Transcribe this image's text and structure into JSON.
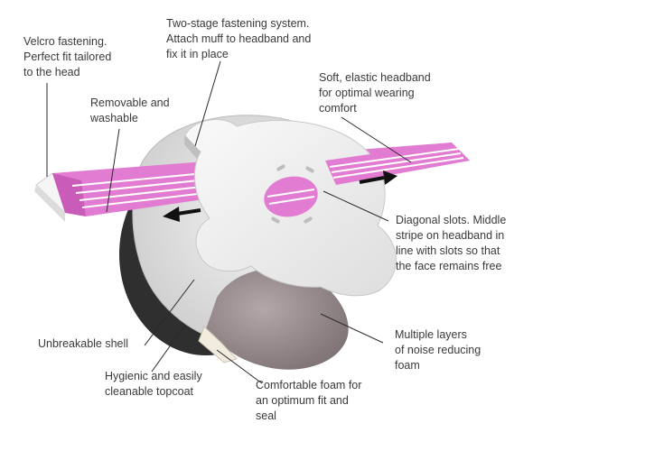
{
  "labels": {
    "velcro": "Velcro fastening.\nPerfect fit tailored\nto the head",
    "removable": "Removable and\nwashable",
    "two_stage": "Two-stage fastening system.\nAttach muff to headband and\nfix it in place",
    "headband": "Soft, elastic headband\nfor optimal wearing\ncomfort",
    "diagonal": "Diagonal slots. Middle\nstripe on headband in\nline with slots so that\nthe face remains free",
    "shell": "Unbreakable shell",
    "noise": "Multiple layers\nof noise reducing\nfoam",
    "hygienic": "Hygienic and easily\ncleanable topcoat",
    "foam": "Comfortable foam for\nan optimum fit and\nseal"
  },
  "colors": {
    "band_pink": "#e27bd2",
    "band_stripe": "#ffffff",
    "shell": "#e9e9e9",
    "plate": "#f4f4f4",
    "foam_gray": "#9a8d8f",
    "leader": "#2a2a2a"
  }
}
